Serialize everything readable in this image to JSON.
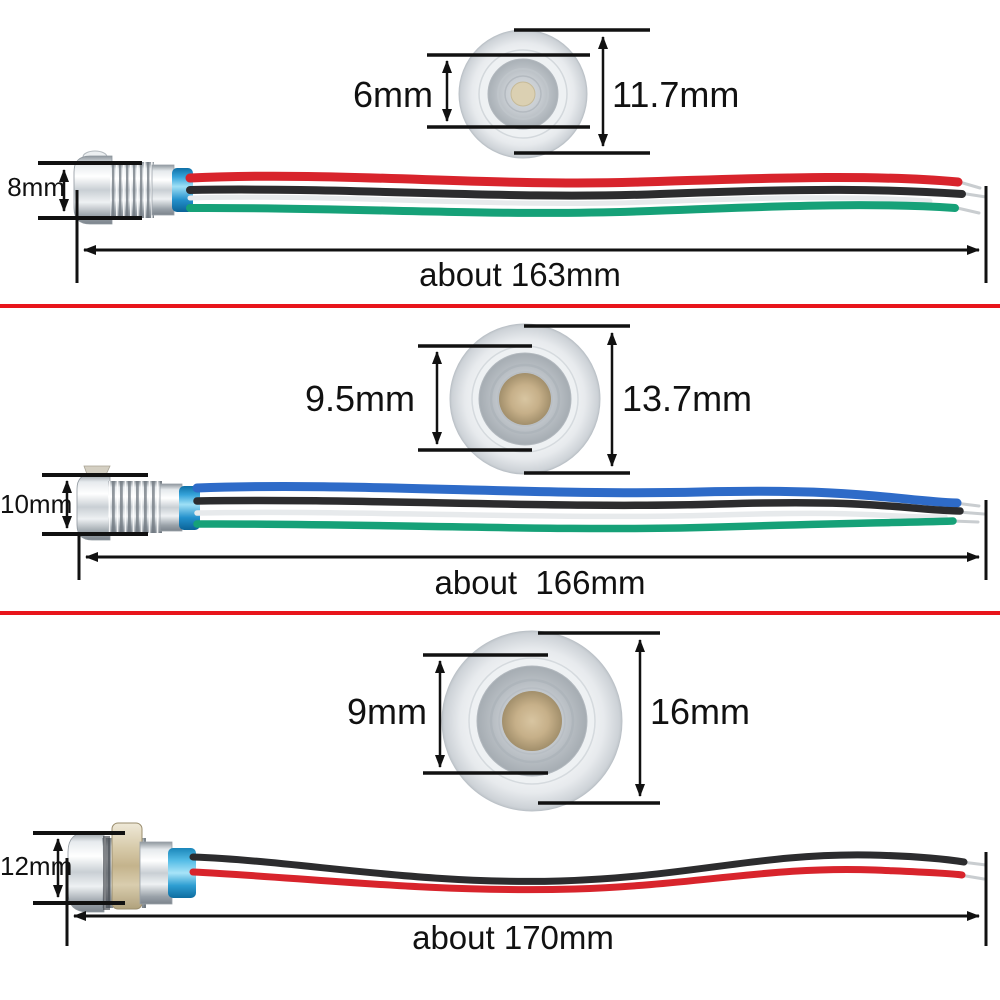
{
  "style": {
    "background": "#ffffff",
    "separator_color": "#e8151b",
    "dimension_line_color": "#111111",
    "wire_palette": {
      "red": "#d8242c",
      "black": "#2c2c2e",
      "green": "#16a178",
      "blue": "#2e6bc8",
      "white": "#e7eaec"
    },
    "connector_blue": "#2491cc",
    "nut_brass": "#c4b38c"
  },
  "sections": [
    {
      "front_inner_diameter": "6mm",
      "front_outer_diameter": "11.7mm",
      "panel_diameter": "8mm",
      "total_length": "about 163mm",
      "wires": [
        "red",
        "black",
        "white",
        "green"
      ]
    },
    {
      "front_inner_diameter": "9.5mm",
      "front_outer_diameter": "13.7mm",
      "panel_diameter": "10mm",
      "total_length": "about  166mm",
      "wires": [
        "blue",
        "black",
        "white",
        "green"
      ]
    },
    {
      "front_inner_diameter": "9mm",
      "front_outer_diameter": "16mm",
      "panel_diameter": "12mm",
      "total_length": "about 170mm",
      "wires": [
        "black",
        "red"
      ]
    }
  ]
}
